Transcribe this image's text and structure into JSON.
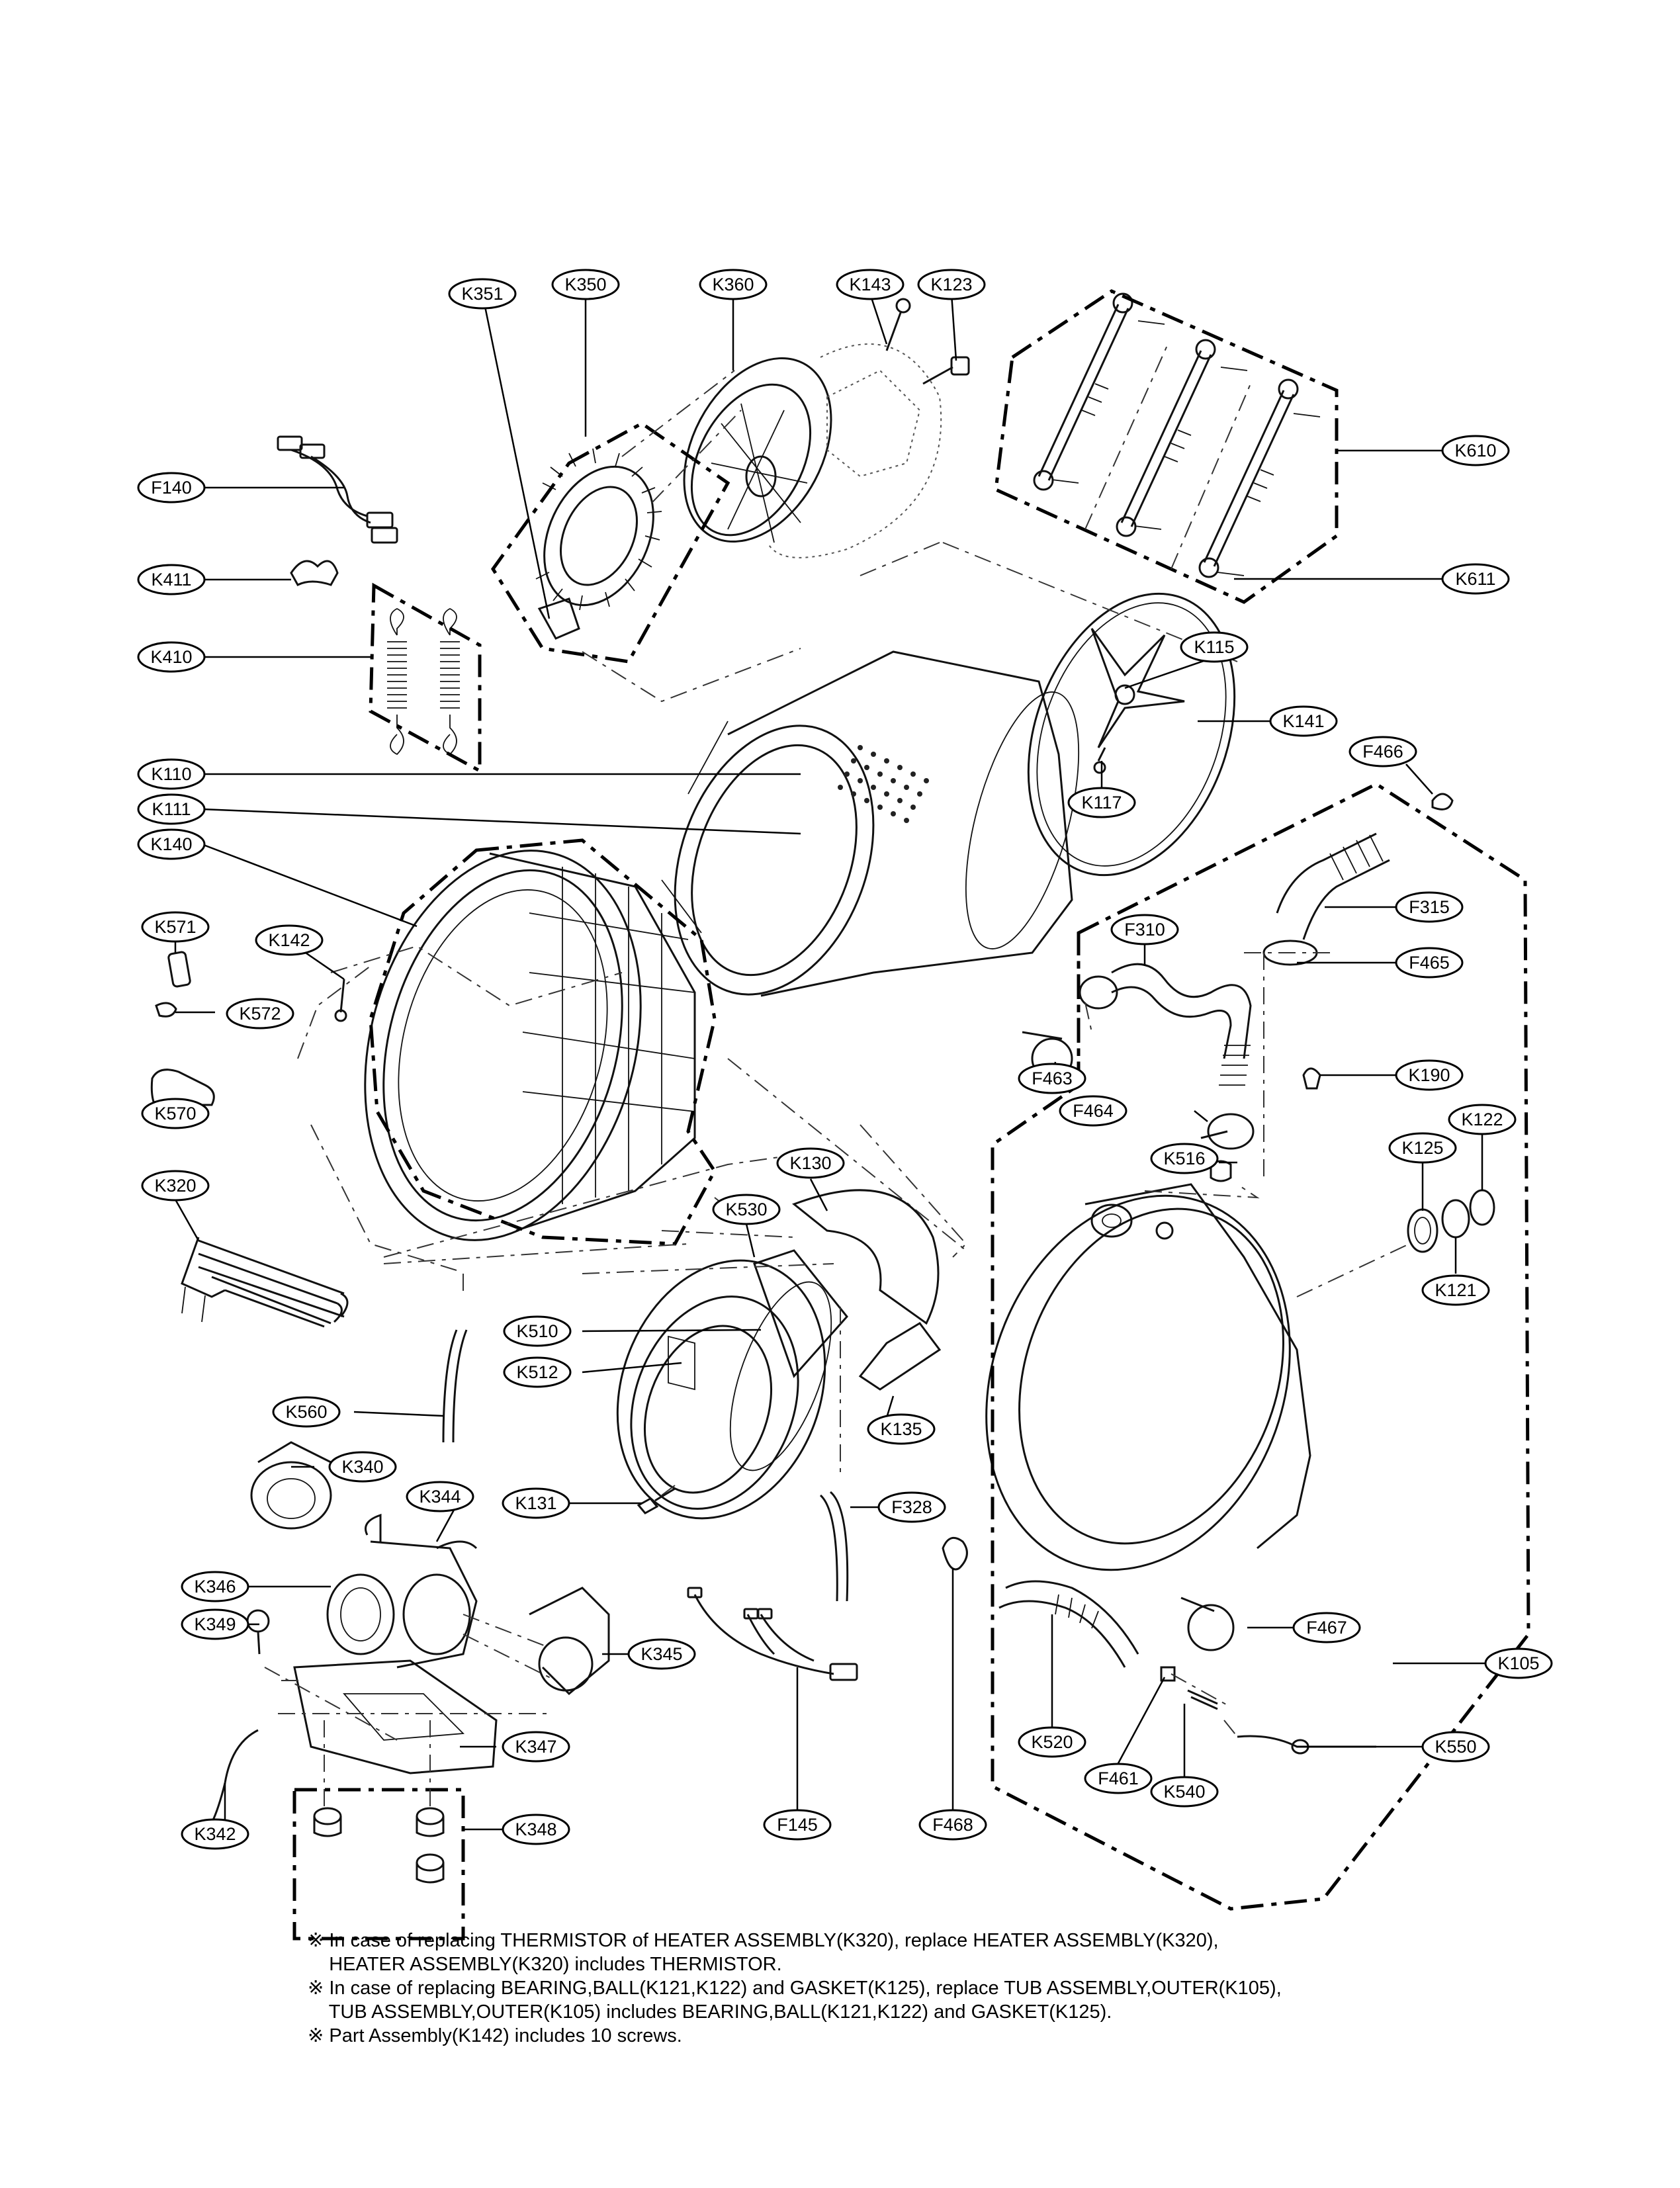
{
  "labels": {
    "K351": "K351",
    "K350": "K350",
    "K360": "K360",
    "K143": "K143",
    "K123": "K123",
    "F140": "F140",
    "K411": "K411",
    "K410": "K410",
    "K610": "K610",
    "K611": "K611",
    "K115": "K115",
    "K141": "K141",
    "K110": "K110",
    "K111": "K111",
    "K140": "K140",
    "K117": "K117",
    "F466": "F466",
    "K571": "K571",
    "K142": "K142",
    "K572": "K572",
    "K570": "K570",
    "F310": "F310",
    "F315": "F315",
    "F465": "F465",
    "F463": "F463",
    "K190": "K190",
    "F464": "F464",
    "K516": "K516",
    "K125": "K125",
    "K122": "K122",
    "K121": "K121",
    "K320": "K320",
    "K130": "K130",
    "K530": "K530",
    "K510": "K510",
    "K512": "K512",
    "K560": "K560",
    "K135": "K135",
    "K340": "K340",
    "K131": "K131",
    "F328": "F328",
    "K344": "K344",
    "K346": "K346",
    "K349": "K349",
    "K345": "K345",
    "F467": "F467",
    "K105": "K105",
    "K347": "K347",
    "K520": "K520",
    "F461": "F461",
    "K550": "K550",
    "K540": "K540",
    "K342": "K342",
    "K348": "K348",
    "F145": "F145",
    "F468": "F468"
  },
  "notes": [
    "※ In case of replacing THERMISTOR of HEATER ASSEMBLY(K320), replace HEATER ASSEMBLY(K320),",
    "    HEATER ASSEMBLY(K320) includes THERMISTOR.",
    "※ In case of replacing BEARING,BALL(K121,K122) and GASKET(K125), replace TUB ASSEMBLY,OUTER(K105),",
    "    TUB ASSEMBLY,OUTER(K105) includes BEARING,BALL(K121,K122) and GASKET(K125).",
    "※ Part Assembly(K142) includes 10 screws."
  ]
}
